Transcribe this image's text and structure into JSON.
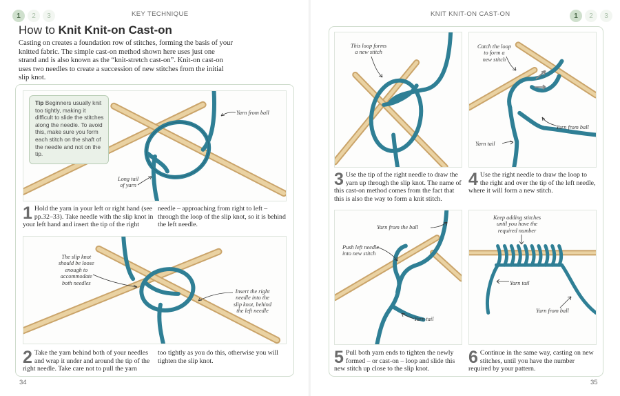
{
  "left_page": {
    "step_nav": [
      "1",
      "2",
      "3"
    ],
    "running_head": "KEY TECHNIQUE",
    "title_prefix": "How to ",
    "title_bold": "Knit Knit-on Cast-on",
    "intro": "Casting on creates a foundation row of stitches, forming the basis of your knitted fabric. The simple cast-on method shown here uses just one strand and is also known as the “knit-stretch cast-on”. Knit-on cast-on uses two needles to create a succession of new stitches from the initial slip knot.",
    "tip_label": "Tip",
    "tip_text": " Beginners usually knit too tightly, making it difficult to slide the stitches along the needle. To avoid this, make sure you form each stitch on the shaft of the needle and not on the tip.",
    "step1": {
      "number": "1",
      "callouts": {
        "yarn_from_ball": "Yarn from ball",
        "long_tail": "Long tail\nof yarn"
      },
      "text_a": "Hold the yarn in your left or right hand (see pp.32–33). Take needle with the slip knot in your left hand and insert the tip of the right",
      "text_b": "needle – approaching from right to left – through the loop of the slip knot, so it is behind the left needle."
    },
    "step2": {
      "number": "2",
      "callouts": {
        "slip_knot_loose": "The slip knot\nshould be loose\nenough to\naccommodate\nboth needles",
        "insert_right_needle": "Insert the right\nneedle into the\nslip knot, behind\nthe left needle"
      },
      "text_a": "Take the yarn behind both of your needles and wrap it under and around the tip of the right needle. Take care not to pull the yarn",
      "text_b": "too tightly as you do this, otherwise you will tighten the slip knot."
    },
    "folio": "34"
  },
  "right_page": {
    "running_head": "KNIT KNIT-ON CAST-ON",
    "step_nav": [
      "1",
      "2",
      "3"
    ],
    "step3": {
      "number": "3",
      "callouts": {
        "loop_forms": "This loop forms\na new stitch"
      },
      "text": "Use the tip of the right needle to draw the yarn up through the slip knot. The name of this cast-on method comes from the fact that this is also the way to form a knit stitch."
    },
    "step4": {
      "number": "4",
      "callouts": {
        "catch_loop": "Catch the loop\nto form a\nnew stitch",
        "yarn_from_ball": "Yarn from ball",
        "yarn_tail": "Yarn tail"
      },
      "text": "Use the right needle to draw the loop to the right and over the tip of the left needle, where it will form a new stitch."
    },
    "step5": {
      "number": "5",
      "callouts": {
        "yarn_from_ball": "Yarn from the ball",
        "push_left": "Push left needle\ninto new stitch",
        "yarn_tail": "Yarn tail"
      },
      "text": "Pull both yarn ends to tighten the newly formed – or cast-on – loop and slide this new stitch up close to the slip knot."
    },
    "step6": {
      "number": "6",
      "callouts": {
        "keep_adding": "Keep adding stitches\nuntil you have the\nrequired number",
        "yarn_tail": "Yarn tail",
        "yarn_from_ball": "Yarn from ball"
      },
      "text": "Continue in the same way, casting on new stitches, until you have the number required by your pattern."
    },
    "folio": "35"
  },
  "colors": {
    "yarn": "#2f7f95",
    "needle": "#e3c58f",
    "panel_border": "#cfdccd",
    "tip_bg": "#eaf1e8",
    "nav_active": "#cfe0cd"
  }
}
